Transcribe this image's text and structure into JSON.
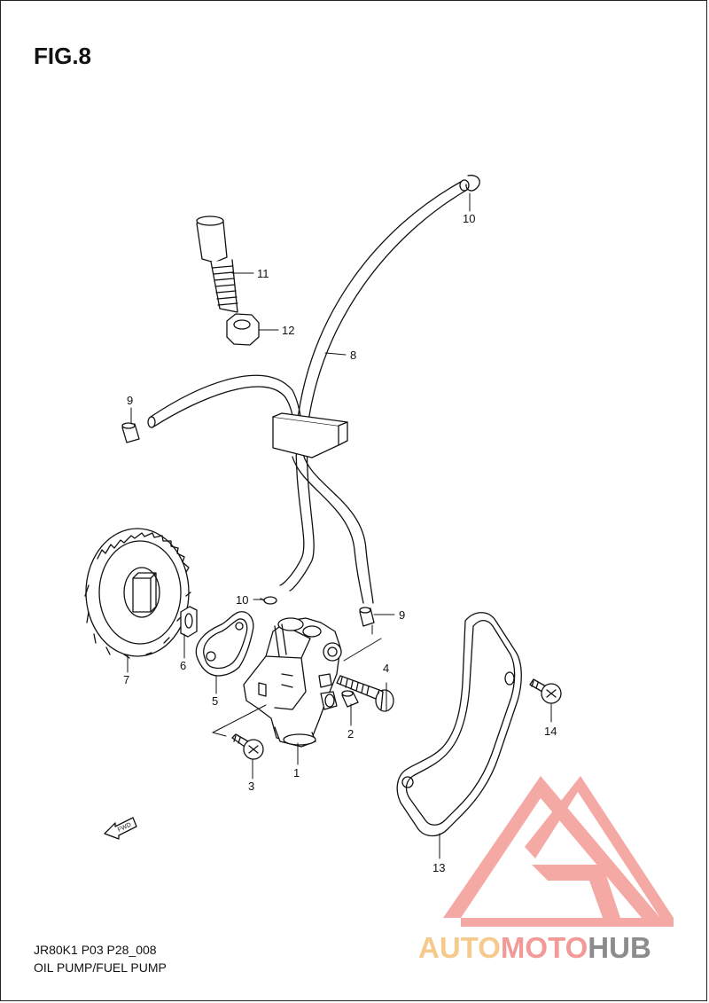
{
  "figure": {
    "title": "FIG.8"
  },
  "footer": {
    "code": "JR80K1 P03 P28_008",
    "caption": "OIL PUMP/FUEL PUMP"
  },
  "fwd_arrow": {
    "label": "FWD"
  },
  "callouts": [
    {
      "id": "c1",
      "label": "1"
    },
    {
      "id": "c2",
      "label": "2"
    },
    {
      "id": "c3",
      "label": "3"
    },
    {
      "id": "c4",
      "label": "4"
    },
    {
      "id": "c5",
      "label": "5"
    },
    {
      "id": "c6",
      "label": "6"
    },
    {
      "id": "c7",
      "label": "7"
    },
    {
      "id": "c8",
      "label": "8"
    },
    {
      "id": "c9a",
      "label": "9"
    },
    {
      "id": "c9b",
      "label": "9"
    },
    {
      "id": "c10a",
      "label": "10"
    },
    {
      "id": "c10b",
      "label": "10"
    },
    {
      "id": "c11",
      "label": "11"
    },
    {
      "id": "c12",
      "label": "12"
    },
    {
      "id": "c13",
      "label": "13"
    },
    {
      "id": "c14",
      "label": "14"
    }
  ],
  "watermark": {
    "part1": "AUTO",
    "part2": "MOTO",
    "part3": "HUB",
    "colors": {
      "auto": "#f6c98c",
      "moto": "#f29a98",
      "hub": "#8c8c8c",
      "logo": "#f4a09c"
    }
  }
}
